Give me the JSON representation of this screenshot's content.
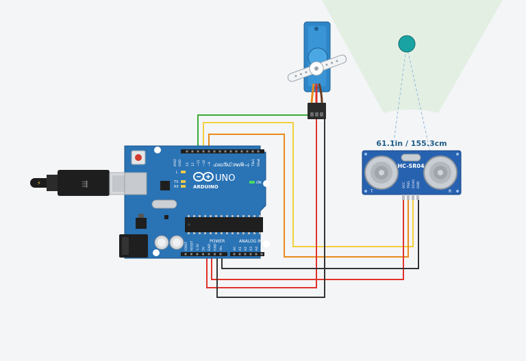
{
  "canvas": {
    "background": "#f4f5f7"
  },
  "arduino": {
    "brand": "ARDUINO",
    "model": "UNO",
    "digital_label": "DIGITAL (PWM~)",
    "power_label": "POWER",
    "analog_label": "ANALOG IN",
    "on_label": "ON",
    "led_l": "L",
    "led_tx": "TX",
    "led_rx": "RX",
    "aref": "AREF",
    "gnd": "GND",
    "digital_pins": [
      "13",
      "12",
      "~11",
      "~10",
      "~9",
      "8",
      "7",
      "~6",
      "~5",
      "4",
      "~3",
      "2",
      "TX▸1",
      "RX◂0"
    ],
    "power_pins": [
      "IOREF",
      "RESET",
      "3.3V",
      "5V",
      "GND",
      "GND",
      "Vin"
    ],
    "analog_pins": [
      "A0",
      "A1",
      "A2",
      "A3",
      "A4",
      "A5"
    ],
    "board_color": "#2a73b5"
  },
  "sensor": {
    "model": "HC-SR04",
    "pin_labels": [
      "VCC",
      "TRIG",
      "ECHO",
      "GND"
    ],
    "board_color": "#2762b0"
  },
  "distance": {
    "reading": "61.1in / 155.3cm"
  },
  "colors": {
    "wire_red": "#e0312b",
    "wire_black": "#333333",
    "wire_yellow": "#f2d03b",
    "wire_orange": "#e88a1a",
    "wire_green": "#3aaa35",
    "servo_blue": "#2f86c8",
    "target": "#1aa3a3",
    "beam": "#e4efe4"
  }
}
